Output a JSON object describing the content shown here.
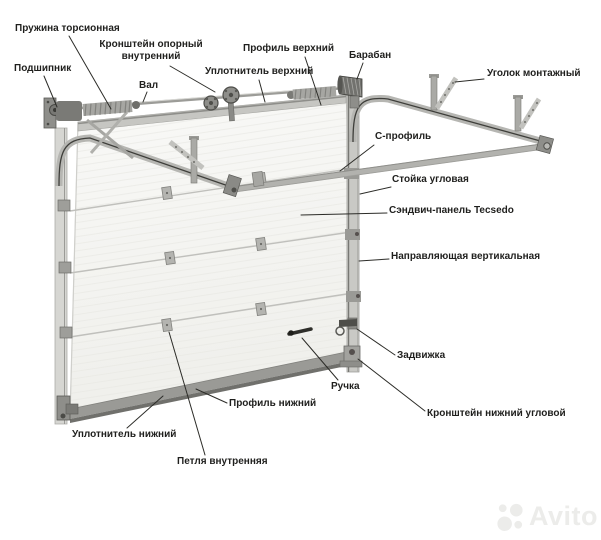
{
  "diagram": {
    "labels": {
      "spring": "Пружина торсионная",
      "bracket_support": "Кронштейн опорный\nвнутренний",
      "profile_top": "Профиль верхний",
      "drum": "Барабан",
      "seal_top": "Уплотнитель верхний",
      "bearing": "Подшипник",
      "shaft": "Вал",
      "angle_mount": "Уголок монтажный",
      "c_profile": "С-профиль",
      "corner_post": "Стойка угловая",
      "sandwich_panel": "Сэндвич-панель Tecsedo",
      "guide_vertical": "Направляющая вертикальная",
      "latch": "Задвижка",
      "handle": "Ручка",
      "bracket_bottom": "Кронштейн нижний угловой",
      "profile_bottom": "Профиль нижний",
      "seal_bottom": "Уплотнитель нижний",
      "hinge_inner": "Петля внутренняя"
    },
    "watermark": "Avito",
    "colors": {
      "background": "#ffffff",
      "panel": "#f5f5f2",
      "metal_light": "#c9c9c5",
      "metal_mid": "#9a9a96",
      "metal_dark": "#55504e",
      "leader_line": "#2c2c28",
      "label_text": "#1f1f1d",
      "watermark": "#ececea"
    }
  }
}
